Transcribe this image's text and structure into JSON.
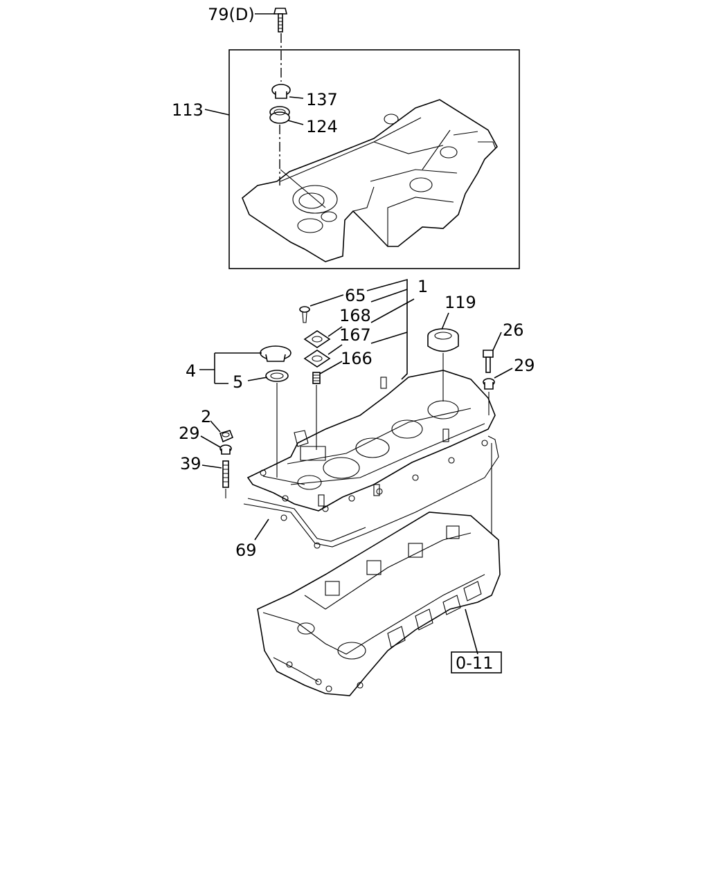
{
  "callouts": {
    "c79d": "79(D)",
    "c113": "113",
    "c137": "137",
    "c124": "124",
    "c65": "65",
    "c1": "1",
    "c119": "119",
    "c168": "168",
    "c167": "167",
    "c26": "26",
    "c4": "4",
    "c166": "166",
    "c29_right": "29",
    "c5": "5",
    "c2": "2",
    "c29_left": "29",
    "c39": "39",
    "c69": "69"
  },
  "reference_box": {
    "label": "0-11"
  }
}
